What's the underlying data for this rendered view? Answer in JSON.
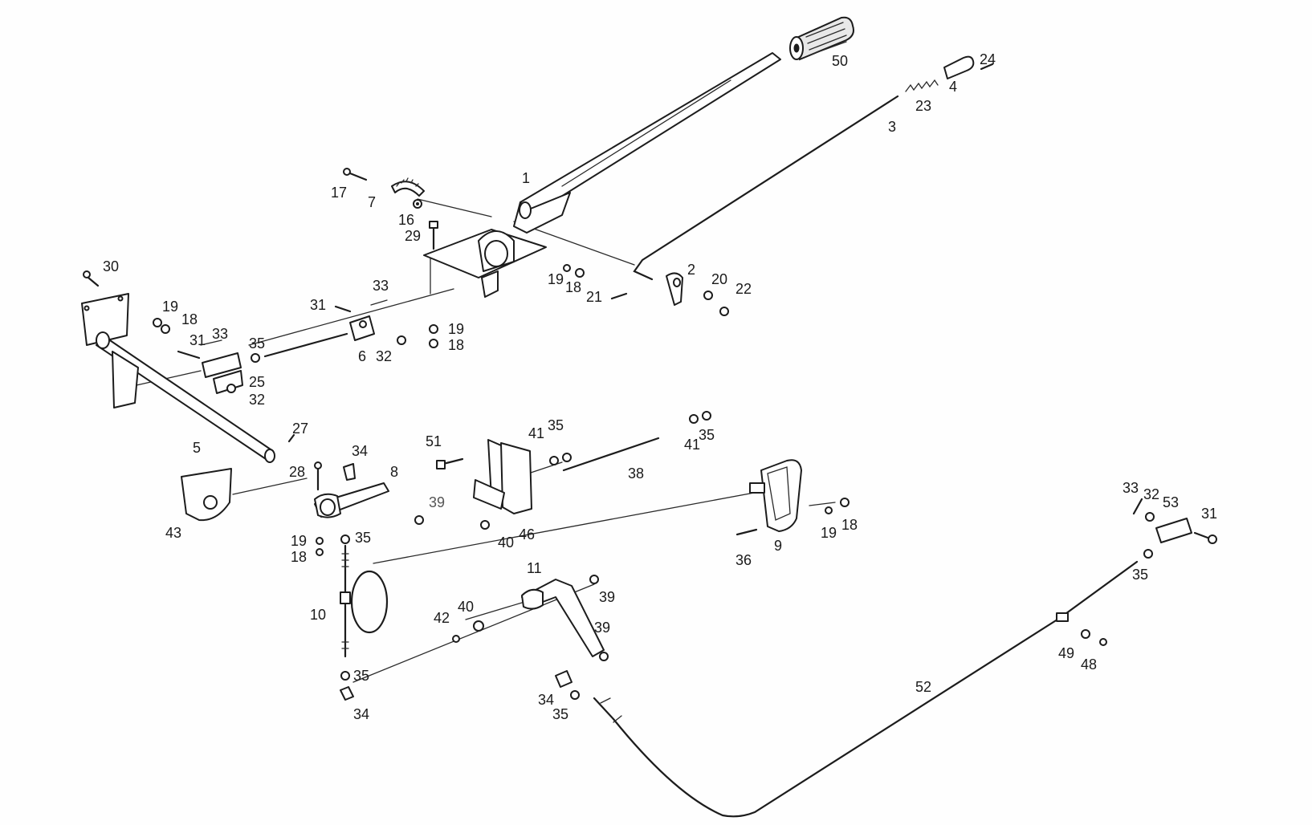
{
  "diagram": {
    "type": "exploded parts drawing",
    "labels": {
      "p1": "1",
      "p2": "2",
      "p3": "3",
      "p4": "4",
      "p5": "5",
      "p6": "6",
      "p7": "7",
      "p8": "8",
      "p9": "9",
      "p10": "10",
      "p11": "11",
      "p16": "16",
      "p17": "17",
      "p18a": "18",
      "p18b": "18",
      "p18c": "18",
      "p18d": "18",
      "p18e": "18",
      "p19a": "19",
      "p19b": "19",
      "p19c": "19",
      "p19d": "19",
      "p19e": "19",
      "p20": "20",
      "p21": "21",
      "p22": "22",
      "p23": "23",
      "p24": "24",
      "p25": "25",
      "p27": "27",
      "p28": "28",
      "p29": "29",
      "p30": "30",
      "p31a": "31",
      "p31b": "31",
      "p31c": "31",
      "p32a": "32",
      "p32b": "32",
      "p32c": "32",
      "p33a": "33",
      "p33b": "33",
      "p33c": "33",
      "p34a": "34",
      "p34b": "34",
      "p34c": "34",
      "p35a": "35",
      "p35b": "35",
      "p35c": "35",
      "p35d": "35",
      "p35e": "35",
      "p35f": "35",
      "p35g": "35",
      "p36": "36",
      "p38": "38",
      "p39a": "39",
      "p39b": "39",
      "p39c": "39",
      "p40a": "40",
      "p40b": "40",
      "p41a": "41",
      "p41b": "41",
      "p42": "42",
      "p43": "43",
      "p46": "46",
      "p48": "48",
      "p49": "49",
      "p50": "50",
      "p51": "51",
      "p52": "52",
      "p53": "53"
    }
  }
}
